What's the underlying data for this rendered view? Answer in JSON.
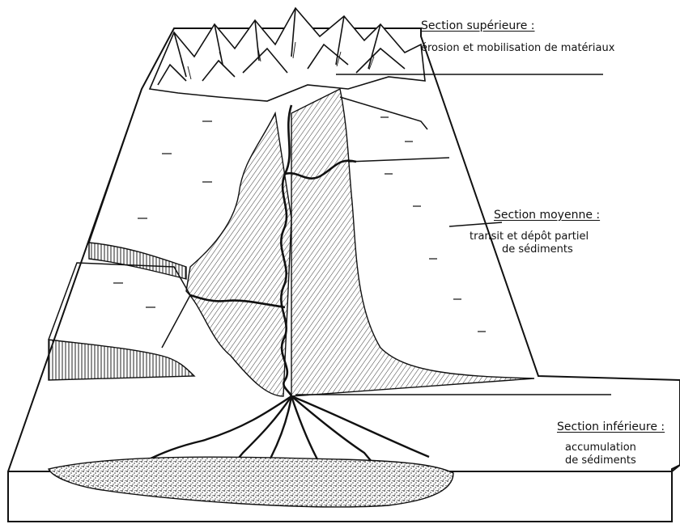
{
  "diagram": {
    "sections": [
      {
        "title": "Section supérieure :",
        "description": "érosion et mobilisation de matériaux"
      },
      {
        "title": "Section moyenne :",
        "description_line1": "transit et dépôt partiel",
        "description_line2": "de sédiments"
      },
      {
        "title": "Section inférieure :",
        "description_line1": "accumulation",
        "description_line2": "de sédiments"
      }
    ],
    "colors": {
      "ink": "#111111",
      "paper": "#ffffff",
      "sediment": "#8a8a8a"
    }
  }
}
